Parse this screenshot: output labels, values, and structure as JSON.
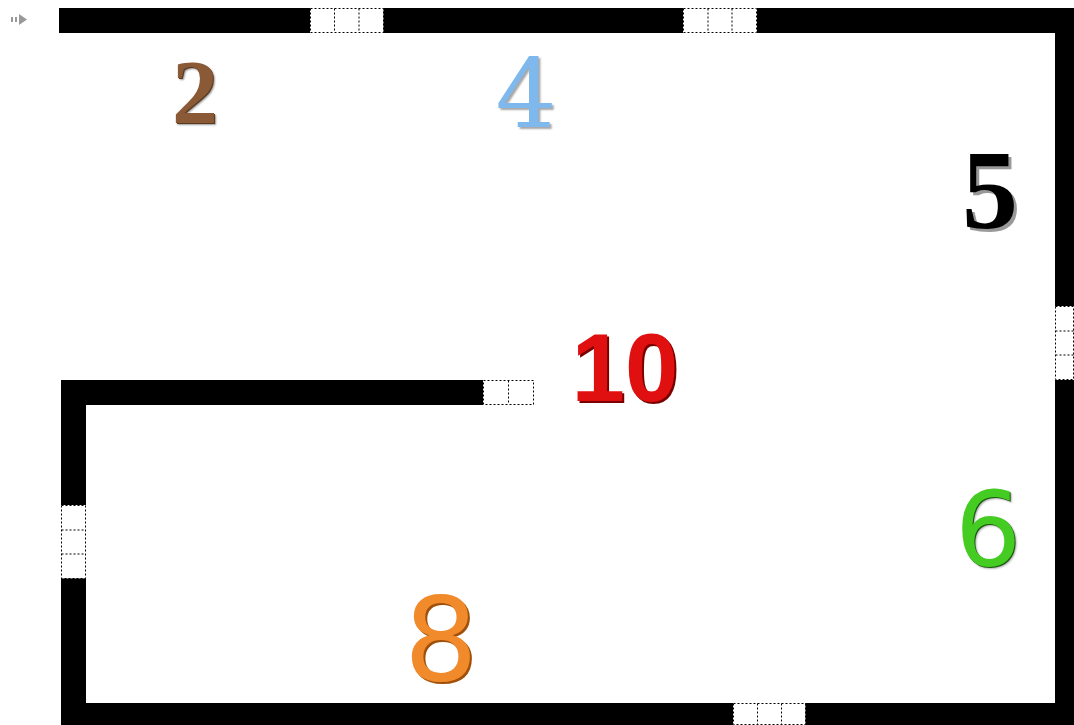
{
  "diagram": {
    "labels": [
      "2",
      "4",
      "5",
      "10",
      "6",
      "8"
    ]
  }
}
